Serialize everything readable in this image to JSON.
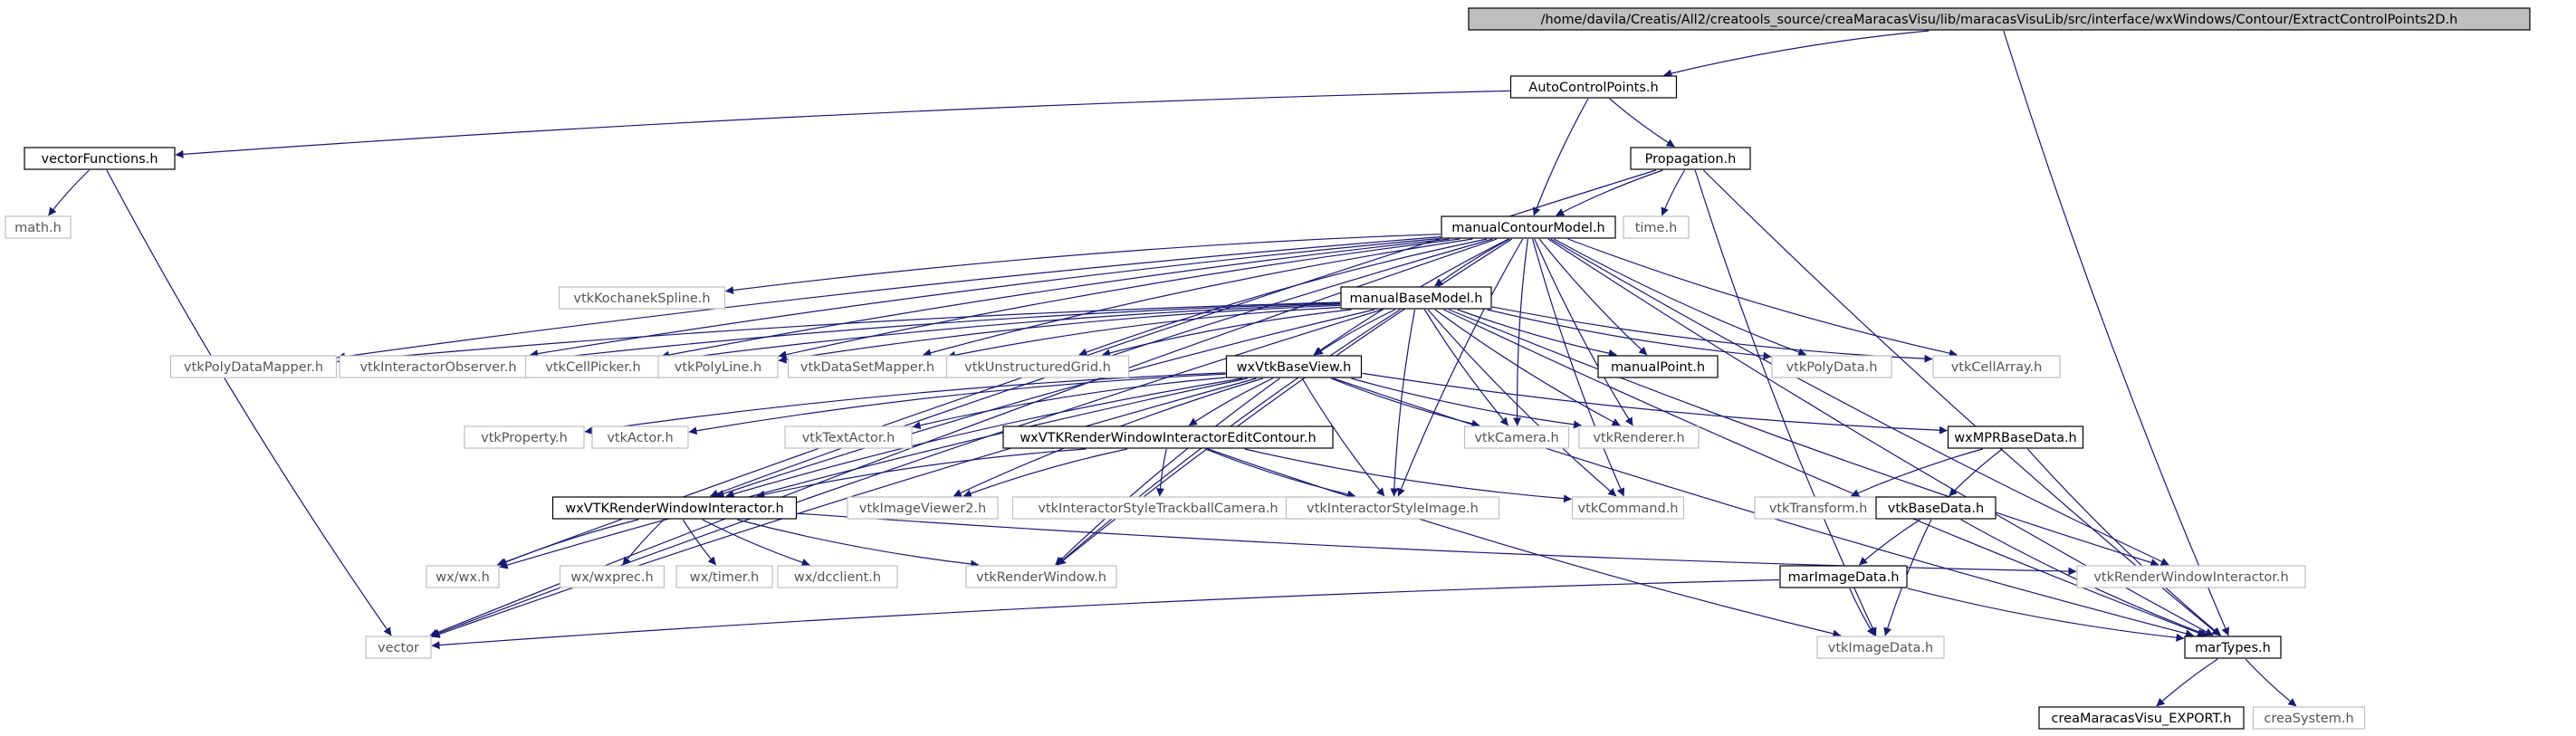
{
  "colors": {
    "edge": "#191970",
    "node_border": "#000000",
    "external_border": "#bfbfbf",
    "root_fill": "#bfbfbf"
  },
  "nodes": [
    {
      "id": "root",
      "label": "/home/davila/Creatis/All2/creatools_source/creaMaracasVisu/lib/maracasVisuLib/src/interface/wxWindows/Contour/ExtractControlPoints2D.h",
      "kind": "root"
    },
    {
      "id": "autocp",
      "label": "AutoControlPoints.h",
      "kind": "doc"
    },
    {
      "id": "vecfn",
      "label": "vectorFunctions.h",
      "kind": "doc"
    },
    {
      "id": "prop",
      "label": "Propagation.h",
      "kind": "doc"
    },
    {
      "id": "math",
      "label": "math.h",
      "kind": "ext"
    },
    {
      "id": "time",
      "label": "time.h",
      "kind": "ext"
    },
    {
      "id": "mcm",
      "label": "manualContourModel.h",
      "kind": "doc"
    },
    {
      "id": "kochanek",
      "label": "vtkKochanekSpline.h",
      "kind": "ext"
    },
    {
      "id": "mbm",
      "label": "manualBaseModel.h",
      "kind": "doc"
    },
    {
      "id": "polydatamapper",
      "label": "vtkPolyDataMapper.h",
      "kind": "ext"
    },
    {
      "id": "interobs",
      "label": "vtkInteractorObserver.h",
      "kind": "ext"
    },
    {
      "id": "cellpicker",
      "label": "vtkCellPicker.h",
      "kind": "ext"
    },
    {
      "id": "polyline",
      "label": "vtkPolyLine.h",
      "kind": "ext"
    },
    {
      "id": "datasetmapper",
      "label": "vtkDataSetMapper.h",
      "kind": "ext"
    },
    {
      "id": "unstructured",
      "label": "vtkUnstructuredGrid.h",
      "kind": "ext"
    },
    {
      "id": "manualpoint",
      "label": "manualPoint.h",
      "kind": "doc"
    },
    {
      "id": "polydata",
      "label": "vtkPolyData.h",
      "kind": "ext"
    },
    {
      "id": "cellarray",
      "label": "vtkCellArray.h",
      "kind": "ext"
    },
    {
      "id": "wxvtkbase",
      "label": "wxVtkBaseView.h",
      "kind": "doc"
    },
    {
      "id": "property",
      "label": "vtkProperty.h",
      "kind": "ext"
    },
    {
      "id": "actor",
      "label": "vtkActor.h",
      "kind": "ext"
    },
    {
      "id": "textactor",
      "label": "vtkTextActor.h",
      "kind": "ext"
    },
    {
      "id": "wxvtkedit",
      "label": "wxVTKRenderWindowInteractorEditContour.h",
      "kind": "doc"
    },
    {
      "id": "camera",
      "label": "vtkCamera.h",
      "kind": "ext"
    },
    {
      "id": "renderer",
      "label": "vtkRenderer.h",
      "kind": "ext"
    },
    {
      "id": "wxmpr",
      "label": "wxMPRBaseData.h",
      "kind": "doc"
    },
    {
      "id": "wxvtkrwi",
      "label": "wxVTKRenderWindowInteractor.h",
      "kind": "doc"
    },
    {
      "id": "imageviewer2",
      "label": "vtkImageViewer2.h",
      "kind": "ext"
    },
    {
      "id": "trackball",
      "label": "vtkInteractorStyleTrackballCamera.h",
      "kind": "ext"
    },
    {
      "id": "styleimage",
      "label": "vtkInteractorStyleImage.h",
      "kind": "ext"
    },
    {
      "id": "command",
      "label": "vtkCommand.h",
      "kind": "ext"
    },
    {
      "id": "transform",
      "label": "vtkTransform.h",
      "kind": "ext"
    },
    {
      "id": "vtkbasedata",
      "label": "vtkBaseData.h",
      "kind": "doc"
    },
    {
      "id": "wxwx",
      "label": "wx/wx.h",
      "kind": "ext"
    },
    {
      "id": "wxprec",
      "label": "wx/wxprec.h",
      "kind": "ext"
    },
    {
      "id": "timer",
      "label": "wx/timer.h",
      "kind": "ext"
    },
    {
      "id": "dcclient",
      "label": "wx/dcclient.h",
      "kind": "ext"
    },
    {
      "id": "renderwindow",
      "label": "vtkRenderWindow.h",
      "kind": "ext"
    },
    {
      "id": "marimage",
      "label": "marImageData.h",
      "kind": "doc"
    },
    {
      "id": "rwi",
      "label": "vtkRenderWindowInteractor.h",
      "kind": "ext"
    },
    {
      "id": "vector",
      "label": "vector",
      "kind": "ext"
    },
    {
      "id": "imagedata",
      "label": "vtkImageData.h",
      "kind": "ext"
    },
    {
      "id": "martypes",
      "label": "marTypes.h",
      "kind": "doc"
    },
    {
      "id": "export",
      "label": "creaMaracasVisu_EXPORT.h",
      "kind": "doc"
    },
    {
      "id": "system",
      "label": "creaSystem.h",
      "kind": "ext"
    }
  ],
  "edges": [
    [
      "root",
      "autocp"
    ],
    [
      "root",
      "martypes"
    ],
    [
      "autocp",
      "vecfn"
    ],
    [
      "autocp",
      "prop"
    ],
    [
      "autocp",
      "mcm"
    ],
    [
      "vecfn",
      "math"
    ],
    [
      "vecfn",
      "vector"
    ],
    [
      "prop",
      "mcm"
    ],
    [
      "prop",
      "time"
    ],
    [
      "prop",
      "wxwx"
    ],
    [
      "prop",
      "imagedata"
    ],
    [
      "prop",
      "martypes"
    ],
    [
      "mcm",
      "mbm"
    ],
    [
      "mcm",
      "kochanek"
    ],
    [
      "mcm",
      "polydatamapper"
    ],
    [
      "mcm",
      "interobs"
    ],
    [
      "mcm",
      "cellpicker"
    ],
    [
      "mcm",
      "polyline"
    ],
    [
      "mcm",
      "datasetmapper"
    ],
    [
      "mcm",
      "unstructured"
    ],
    [
      "mcm",
      "manualpoint"
    ],
    [
      "mcm",
      "polydata"
    ],
    [
      "mcm",
      "cellarray"
    ],
    [
      "mcm",
      "wxvtkbase"
    ],
    [
      "mcm",
      "vector"
    ],
    [
      "mcm",
      "wxvtkrwi"
    ],
    [
      "mcm",
      "camera"
    ],
    [
      "mcm",
      "renderer"
    ],
    [
      "mcm",
      "styleimage"
    ],
    [
      "mcm",
      "command"
    ],
    [
      "mcm",
      "renderwindow"
    ],
    [
      "mcm",
      "rwi"
    ],
    [
      "mcm",
      "martypes"
    ],
    [
      "mbm",
      "polydatamapper"
    ],
    [
      "mbm",
      "interobs"
    ],
    [
      "mbm",
      "cellpicker"
    ],
    [
      "mbm",
      "polyline"
    ],
    [
      "mbm",
      "datasetmapper"
    ],
    [
      "mbm",
      "unstructured"
    ],
    [
      "mbm",
      "manualpoint"
    ],
    [
      "mbm",
      "polydata"
    ],
    [
      "mbm",
      "cellarray"
    ],
    [
      "mbm",
      "wxvtkbase"
    ],
    [
      "mbm",
      "camera"
    ],
    [
      "mbm",
      "renderer"
    ],
    [
      "mbm",
      "styleimage"
    ],
    [
      "mbm",
      "command"
    ],
    [
      "mbm",
      "renderwindow"
    ],
    [
      "mbm",
      "rwi"
    ],
    [
      "mbm",
      "martypes"
    ],
    [
      "mbm",
      "wxvtkrwi"
    ],
    [
      "mbm",
      "vector"
    ],
    [
      "wxvtkbase",
      "property"
    ],
    [
      "wxvtkbase",
      "actor"
    ],
    [
      "wxvtkbase",
      "textactor"
    ],
    [
      "wxvtkbase",
      "wxvtkedit"
    ],
    [
      "wxvtkbase",
      "camera"
    ],
    [
      "wxvtkbase",
      "renderer"
    ],
    [
      "wxvtkbase",
      "wxmpr"
    ],
    [
      "wxvtkbase",
      "wxvtkrwi"
    ],
    [
      "wxvtkbase",
      "imageviewer2"
    ],
    [
      "wxvtkbase",
      "styleimage"
    ],
    [
      "wxvtkbase",
      "renderwindow"
    ],
    [
      "wxvtkbase",
      "wxwx"
    ],
    [
      "wxvtkbase",
      "vector"
    ],
    [
      "wxvtkbase",
      "martypes"
    ],
    [
      "wxvtkedit",
      "wxvtkrwi"
    ],
    [
      "wxvtkedit",
      "imageviewer2"
    ],
    [
      "wxvtkedit",
      "trackball"
    ],
    [
      "wxvtkedit",
      "styleimage"
    ],
    [
      "wxvtkedit",
      "command"
    ],
    [
      "wxvtkedit",
      "imagedata"
    ],
    [
      "wxmpr",
      "transform"
    ],
    [
      "wxmpr",
      "vtkbasedata"
    ],
    [
      "wxmpr",
      "martypes"
    ],
    [
      "vtkbasedata",
      "marimage"
    ],
    [
      "vtkbasedata",
      "imagedata"
    ],
    [
      "vtkbasedata",
      "martypes"
    ],
    [
      "wxvtkrwi",
      "wxwx"
    ],
    [
      "wxvtkrwi",
      "wxprec"
    ],
    [
      "wxvtkrwi",
      "timer"
    ],
    [
      "wxvtkrwi",
      "dcclient"
    ],
    [
      "wxvtkrwi",
      "renderwindow"
    ],
    [
      "wxvtkrwi",
      "rwi"
    ],
    [
      "marimage",
      "vector"
    ],
    [
      "marimage",
      "imagedata"
    ],
    [
      "marimage",
      "martypes"
    ],
    [
      "martypes",
      "export"
    ],
    [
      "martypes",
      "system"
    ]
  ]
}
